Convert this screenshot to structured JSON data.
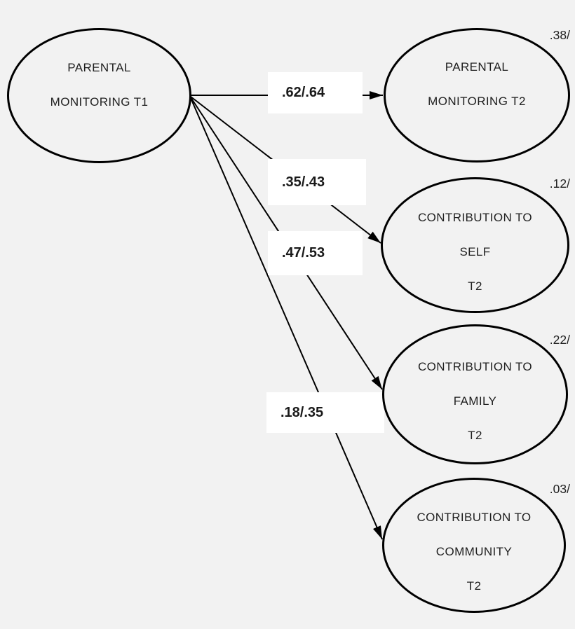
{
  "diagram": {
    "type": "path-model",
    "colors": {
      "background": "#f2f2f2",
      "node_stroke": "#000000",
      "arrow": "#000000",
      "coef_box_bg": "#ffffff",
      "text": "#1f1f1f"
    },
    "nodes": [
      {
        "id": "parental-monitoring-t1",
        "shape": "ellipse",
        "lines": [
          "PARENTAL",
          "MONITORING T1"
        ],
        "corner_value": ""
      },
      {
        "id": "parental-monitoring-t2",
        "shape": "ellipse",
        "lines": [
          "PARENTAL",
          "MONITORING T2"
        ],
        "corner_value": ".38/"
      },
      {
        "id": "contribution-to-self-t2",
        "shape": "ellipse",
        "lines": [
          "CONTRIBUTION TO",
          "SELF",
          "T2"
        ],
        "corner_value": ".12/"
      },
      {
        "id": "contribution-to-family-t2",
        "shape": "ellipse",
        "lines": [
          "CONTRIBUTION TO",
          "FAMILY",
          "T2"
        ],
        "corner_value": ".22/"
      },
      {
        "id": "contribution-to-community-t2",
        "shape": "ellipse",
        "lines": [
          "CONTRIBUTION TO",
          "COMMUNITY",
          "T2"
        ],
        "corner_value": ".03/"
      }
    ],
    "paths": [
      {
        "from": "parental-monitoring-t1",
        "to": "parental-monitoring-t2",
        "label": ".62/.64"
      },
      {
        "from": "parental-monitoring-t1",
        "to": "contribution-to-self-t2",
        "label": ".35/.43"
      },
      {
        "from": "parental-monitoring-t1",
        "to": "contribution-to-family-t2",
        "label": ".47/.53"
      },
      {
        "from": "parental-monitoring-t1",
        "to": "contribution-to-community-t2",
        "label": ".18/.35"
      }
    ]
  }
}
